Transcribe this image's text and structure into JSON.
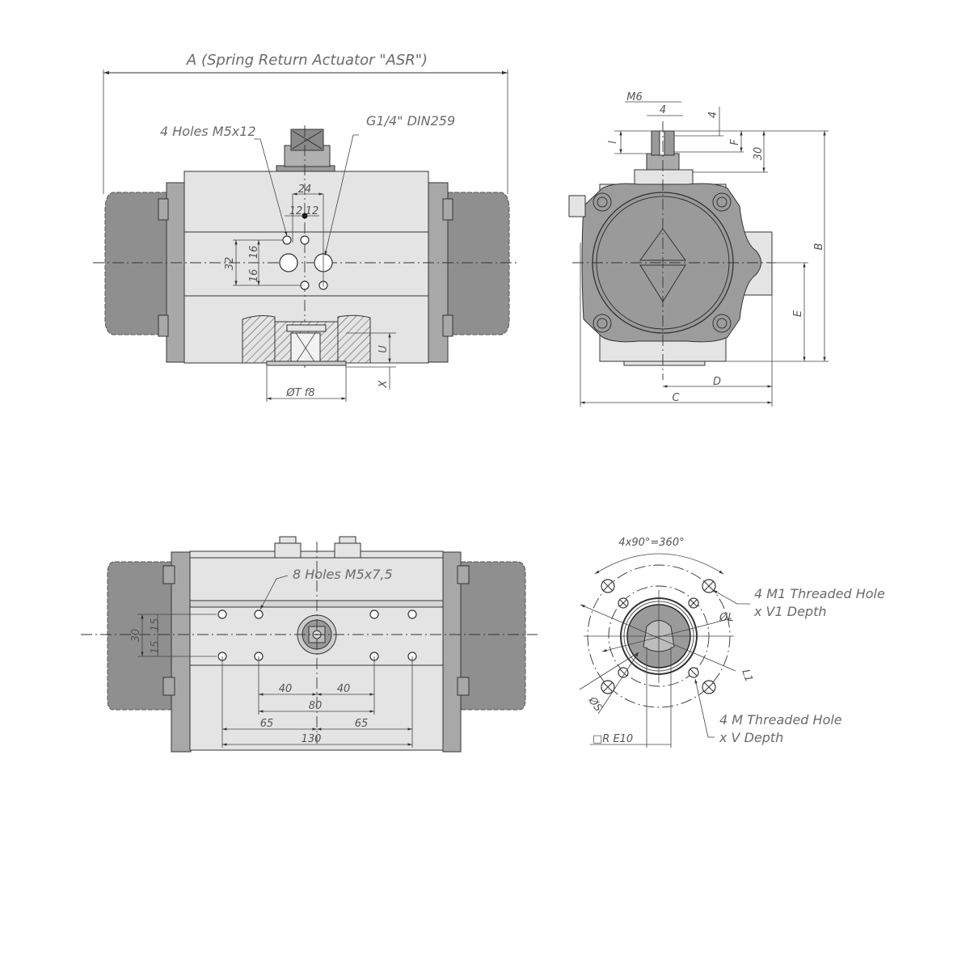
{
  "top_view": {
    "dim_a_label": "A (Spring Return Actuator \"ASR\")",
    "holes_label": "4 Holes M5x12",
    "port_label": "G1/4\" DIN259",
    "dim_24": "24",
    "dim_12_left": "12",
    "dim_12_right": "12",
    "dim_32": "32",
    "dim_16_top": "16",
    "dim_16_bottom": "16",
    "dim_u": "U",
    "dim_x": "X",
    "dim_t": "ØT f8"
  },
  "side_view": {
    "dim_m6": "M6",
    "dim_4_width": "4",
    "dim_4_depth": "4",
    "dim_l": "l",
    "dim_f": "F",
    "dim_30": "30",
    "dim_b": "B",
    "dim_e": "E",
    "dim_d": "D",
    "dim_c": "C"
  },
  "bottom_view": {
    "holes_label": "8 Holes M5x7,5",
    "dim_30": "30",
    "dim_15_top": "15",
    "dim_15_bottom": "15",
    "dim_40_left": "40",
    "dim_40_right": "40",
    "dim_80": "80",
    "dim_65_left": "65",
    "dim_65_right": "65",
    "dim_130": "130"
  },
  "flange_view": {
    "angle_label": "4x90°=360°",
    "m1_label_line1": "4 M1 Threaded Hole",
    "m1_label_line2": "x V1 Depth",
    "m_label_line1": "4 M Threaded Hole",
    "m_label_line2": "x V Depth",
    "dim_l": "ØL",
    "dim_l1": "L1",
    "dim_s": "ØS",
    "dim_re": "□R E10"
  }
}
